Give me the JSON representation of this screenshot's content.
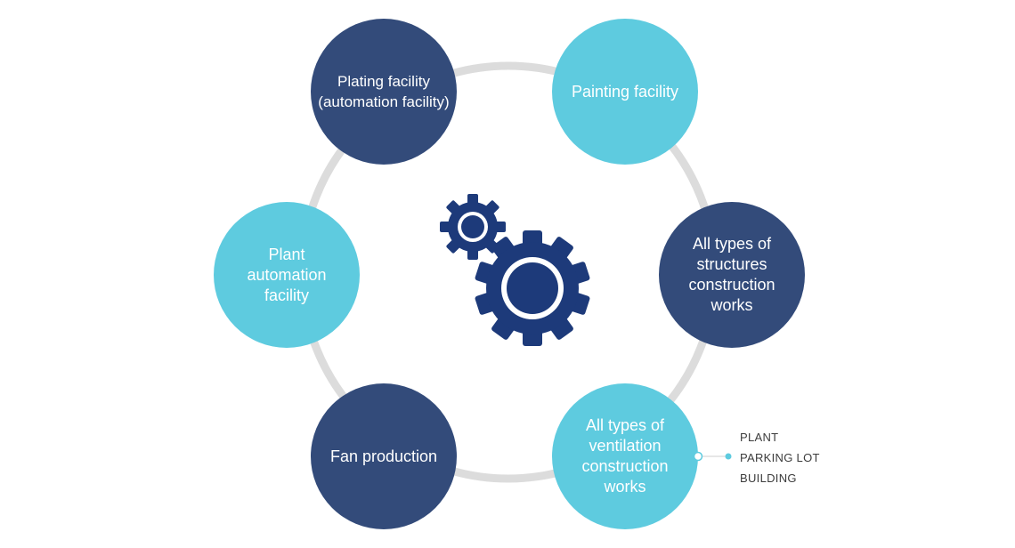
{
  "diagram": {
    "nodes": [
      {
        "id": "plating",
        "label": "Plating facility\n(automation facility)",
        "color": "#334b7a"
      },
      {
        "id": "painting",
        "label": "Painting facility",
        "color": "#5ecbdf"
      },
      {
        "id": "structures",
        "label": "All types of\nstructures\nconstruction\nworks",
        "color": "#334b7a"
      },
      {
        "id": "ventilation",
        "label": "All types of\nventilation\nconstruction\nworks",
        "color": "#5ecbdf"
      },
      {
        "id": "fan",
        "label": "Fan production",
        "color": "#334b7a"
      },
      {
        "id": "plant",
        "label": "Plant\nautomation\nfacility",
        "color": "#5ecbdf"
      }
    ],
    "ventilation_subitems": [
      "PLANT",
      "PARKING LOT",
      "BUILDING"
    ],
    "center_icon": "gears-icon",
    "colors": {
      "dark": "#334b7a",
      "light": "#5ecbdf",
      "ring": "#dcdcdc",
      "gear": "#1d3a7a"
    }
  }
}
